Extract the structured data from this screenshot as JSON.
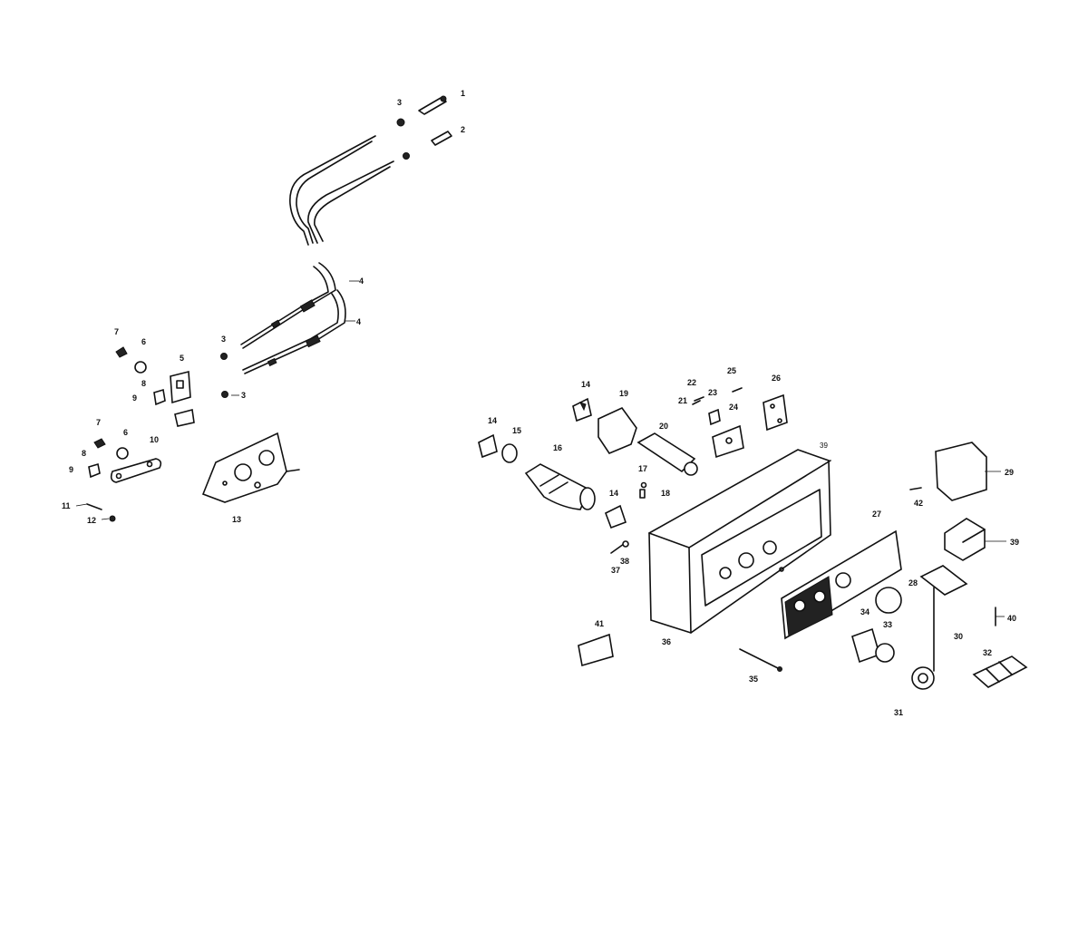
{
  "diagram": {
    "callouts": [
      "1",
      "2",
      "3",
      "3",
      "3",
      "4",
      "4",
      "5",
      "6",
      "6",
      "7",
      "7",
      "8",
      "8",
      "9",
      "9",
      "10",
      "11",
      "12",
      "13",
      "14",
      "14",
      "14",
      "15",
      "16",
      "17",
      "18",
      "19",
      "20",
      "21",
      "22",
      "23",
      "24",
      "25",
      "26",
      "27",
      "28",
      "29",
      "30",
      "31",
      "32",
      "33",
      "34",
      "35",
      "36",
      "37",
      "38",
      "39",
      "39",
      "40",
      "41",
      "42"
    ]
  }
}
